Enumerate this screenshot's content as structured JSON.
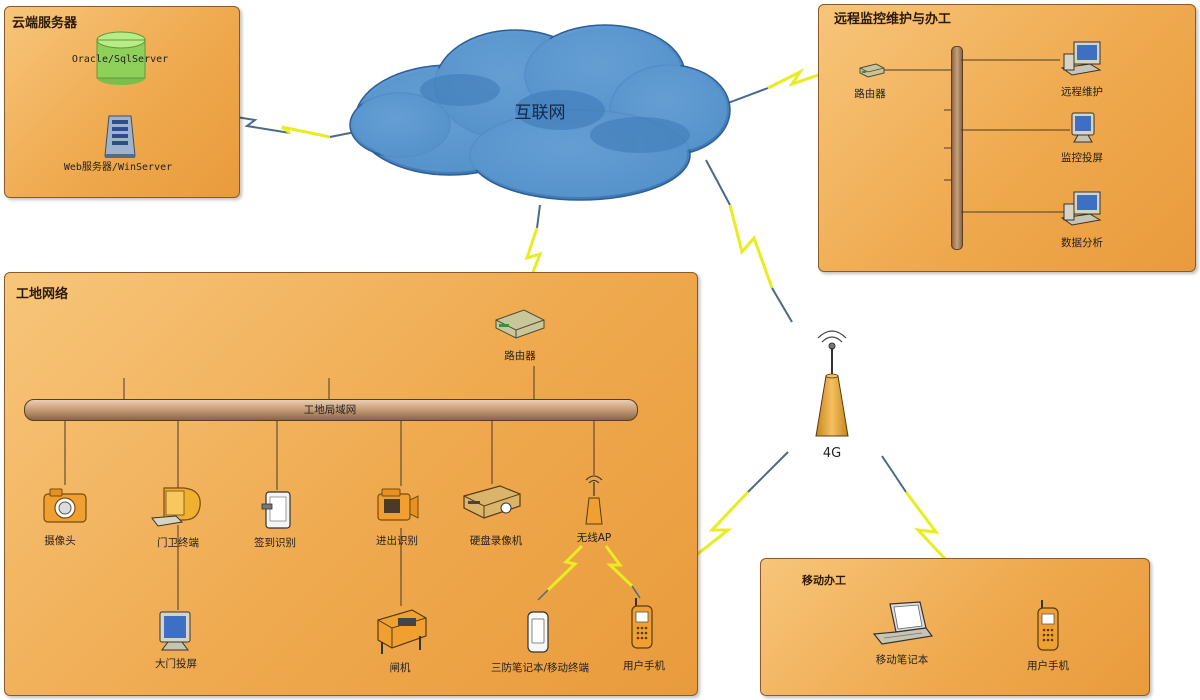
{
  "cloud": {
    "label": "互联网"
  },
  "panels": {
    "cloud_servers": {
      "title": "云端服务器",
      "db_label": "Oracle/SqlServer",
      "web_label": "Web服务器/WinServer"
    },
    "remote_office": {
      "title": "远程监控维护与办工",
      "router_label": "路由器",
      "maintenance_label": "远程维护",
      "monitor_label": "监控投屏",
      "analysis_label": "数据分析"
    },
    "site_network": {
      "title": "工地网络",
      "router_label": "路由器",
      "lan_label": "工地局域网",
      "camera_label": "摄像头",
      "gate_terminal_label": "门卫终端",
      "main_gate_screen_label": "大门投屏",
      "id_recognition_label": "签到识别",
      "access_recognition_label": "进出识别",
      "turnstile_label": "闸机",
      "nvr_label": "硬盘录像机",
      "wireless_ap_label": "无线AP",
      "rugged_device_label": "三防笔记本/移动终端",
      "user_phone_label": "用户手机"
    },
    "mobile_office": {
      "title": "移动办工",
      "laptop_label": "移动笔记本",
      "phone_label": "用户手机"
    }
  },
  "tower": {
    "label": "4G"
  },
  "colors": {
    "panel": "#efa94e",
    "cloud": "#4f8ac4",
    "lightning": "#f0f020",
    "bus": "#c9a07a"
  }
}
